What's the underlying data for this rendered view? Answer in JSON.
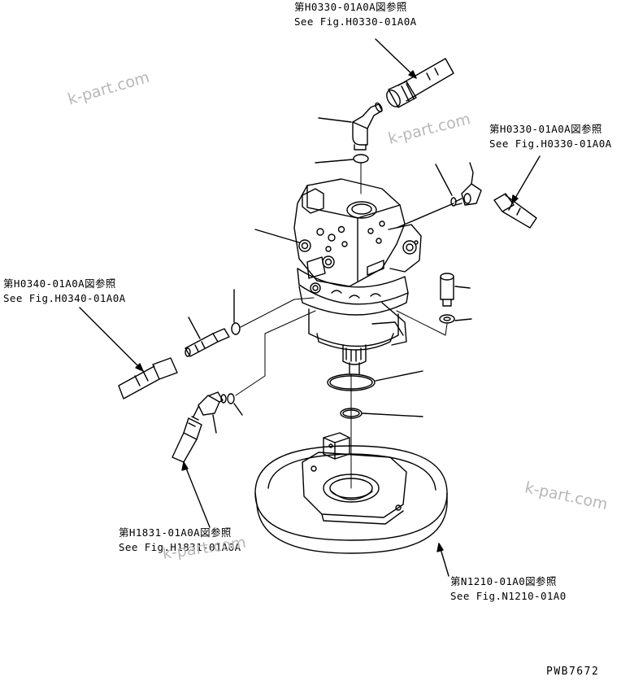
{
  "references": {
    "top": {
      "ja": "第H0330-01A0A図参照",
      "en": "See Fig.H0330-01A0A"
    },
    "right": {
      "ja": "第H0330-01A0A図参照",
      "en": "See Fig.H0330-01A0A"
    },
    "left": {
      "ja": "第H0340-01A0A図参照",
      "en": "See Fig.H0340-01A0A"
    },
    "bottom_left": {
      "ja": "第H1831-01A0A図参照",
      "en": "See Fig.H1831-01A0A"
    },
    "bottom_right": {
      "ja": "第N1210-01A0図参照",
      "en": "See Fig.N1210-01A0"
    }
  },
  "watermark": "k-part.com",
  "drawing_code": "PWB7672",
  "colors": {
    "line": "#000000",
    "watermark": "#b8b8b8",
    "background": "#ffffff"
  }
}
